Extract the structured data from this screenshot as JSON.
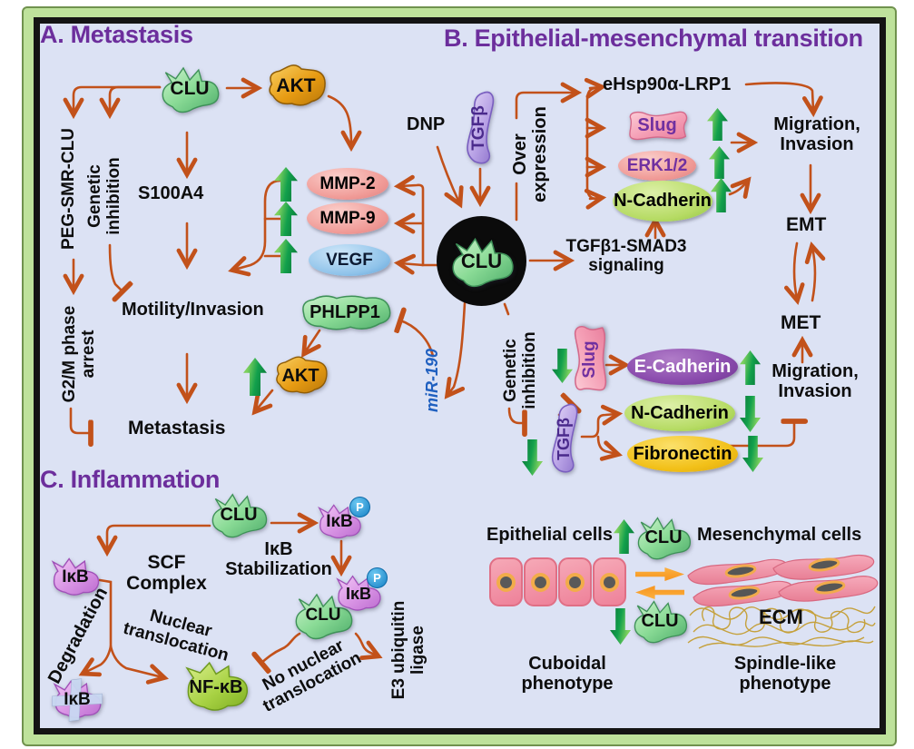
{
  "colors": {
    "frame_green": "#bee29b",
    "panel_bg": "#dce2f4",
    "arrow_orange": "#c2511a",
    "title_purple": "#6c2e9c",
    "up_arrow_green": "#12a04c",
    "em_arrow_orange": "#f7941d",
    "mir190_blue": "#2060c0"
  },
  "panel_a": {
    "title": "A. Metastasis",
    "clu": "CLU",
    "akt": "AKT",
    "peg_smr_clu": "PEG-SMR-CLU",
    "genetic_inhibition": "Genetic\ninhibition",
    "s100a4": "S100A4",
    "mmp2": "MMP-2",
    "mmp9": "MMP-9",
    "vegf": "VEGF",
    "motility_invasion": "Motility/Invasion",
    "phlpp1": "PHLPP1",
    "akt_up": "AKT",
    "g2m_arrest": "G2/M phase\narrest",
    "metastasis": "Metastasis",
    "mir190": "miR-190"
  },
  "center": {
    "dnp": "DNP",
    "tgfb": "TGFβ",
    "overexpression": "Over\nexpression",
    "clu": "CLU",
    "genetic_inhibition": "Genetic\ninhibition"
  },
  "panel_b": {
    "title": "B. Epithelial-mesenchymal transition",
    "ehsp90_lrp1": "eHsp90α-LRP1",
    "slug": "Slug",
    "erk12": "ERK1/2",
    "n_cadherin": "N-Cadherin",
    "migration_invasion": "Migration,\nInvasion",
    "emt": "EMT",
    "met": "MET",
    "tgfb1_smad3": "TGFβ1-SMAD3\nsignaling",
    "slug2": "Slug",
    "tgfb2": "TGFβ",
    "e_cadherin": "E-Cadherin",
    "n_cadherin2": "N-Cadherin",
    "fibronectin": "Fibronectin",
    "migration_invasion2": "Migration,\nInvasion"
  },
  "panel_c": {
    "title": "C. Inflammation",
    "clu": "CLU",
    "ikb": "IκB",
    "ikb_p": "IκB",
    "p": "P",
    "ikb_stabilization": "IκB\nStabilization",
    "scf_complex": "SCF\nComplex",
    "nuclear_translocation": "Nuclear\ntranslocation",
    "degradation": "Degradation",
    "ikb_degraded": "IκB",
    "nfkb": "NF-κB",
    "clu_complex": "CLU",
    "ikb_complex": "IκB",
    "no_nuclear_translocation": "No nuclear\ntranslocation",
    "e3_ubiquitin_ligase": "E3 ubiquitin\nligase"
  },
  "phenotype": {
    "epithelial": "Epithelial cells",
    "mesenchymal": "Mesenchymal cells",
    "clu_high": "CLU",
    "clu_low": "CLU",
    "ecm": "ECM",
    "cuboidal": "Cuboidal\nphenotype",
    "spindle": "Spindle-like\nphenotype"
  }
}
